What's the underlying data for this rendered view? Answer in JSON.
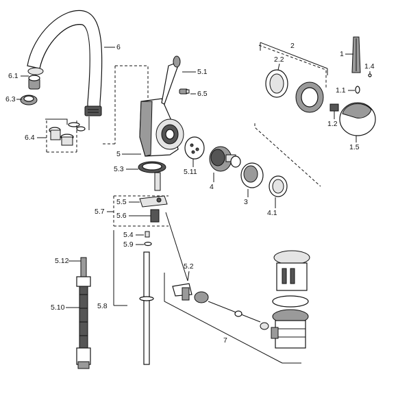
{
  "labels": {
    "l1": "1",
    "l1_1": "1.1",
    "l1_2": "1.2",
    "l1_4": "1.4",
    "l1_5": "1.5",
    "l2": "2",
    "l2_2": "2.2",
    "l3": "3",
    "l4": "4",
    "l4_1": "4.1",
    "l5": "5",
    "l5_1": "5.1",
    "l5_2": "5.2",
    "l5_3": "5.3",
    "l5_4": "5.4",
    "l5_5": "5.5",
    "l5_6": "5.6",
    "l5_7": "5.7",
    "l5_8": "5.8",
    "l5_9": "5.9",
    "l5_10": "5.10",
    "l5_11": "5.11",
    "l5_12": "5.12",
    "l6": "6",
    "l6_1": "6.1",
    "l6_3": "6.3",
    "l6_4": "6.4",
    "l6_5": "6.5",
    "l7": "7"
  }
}
